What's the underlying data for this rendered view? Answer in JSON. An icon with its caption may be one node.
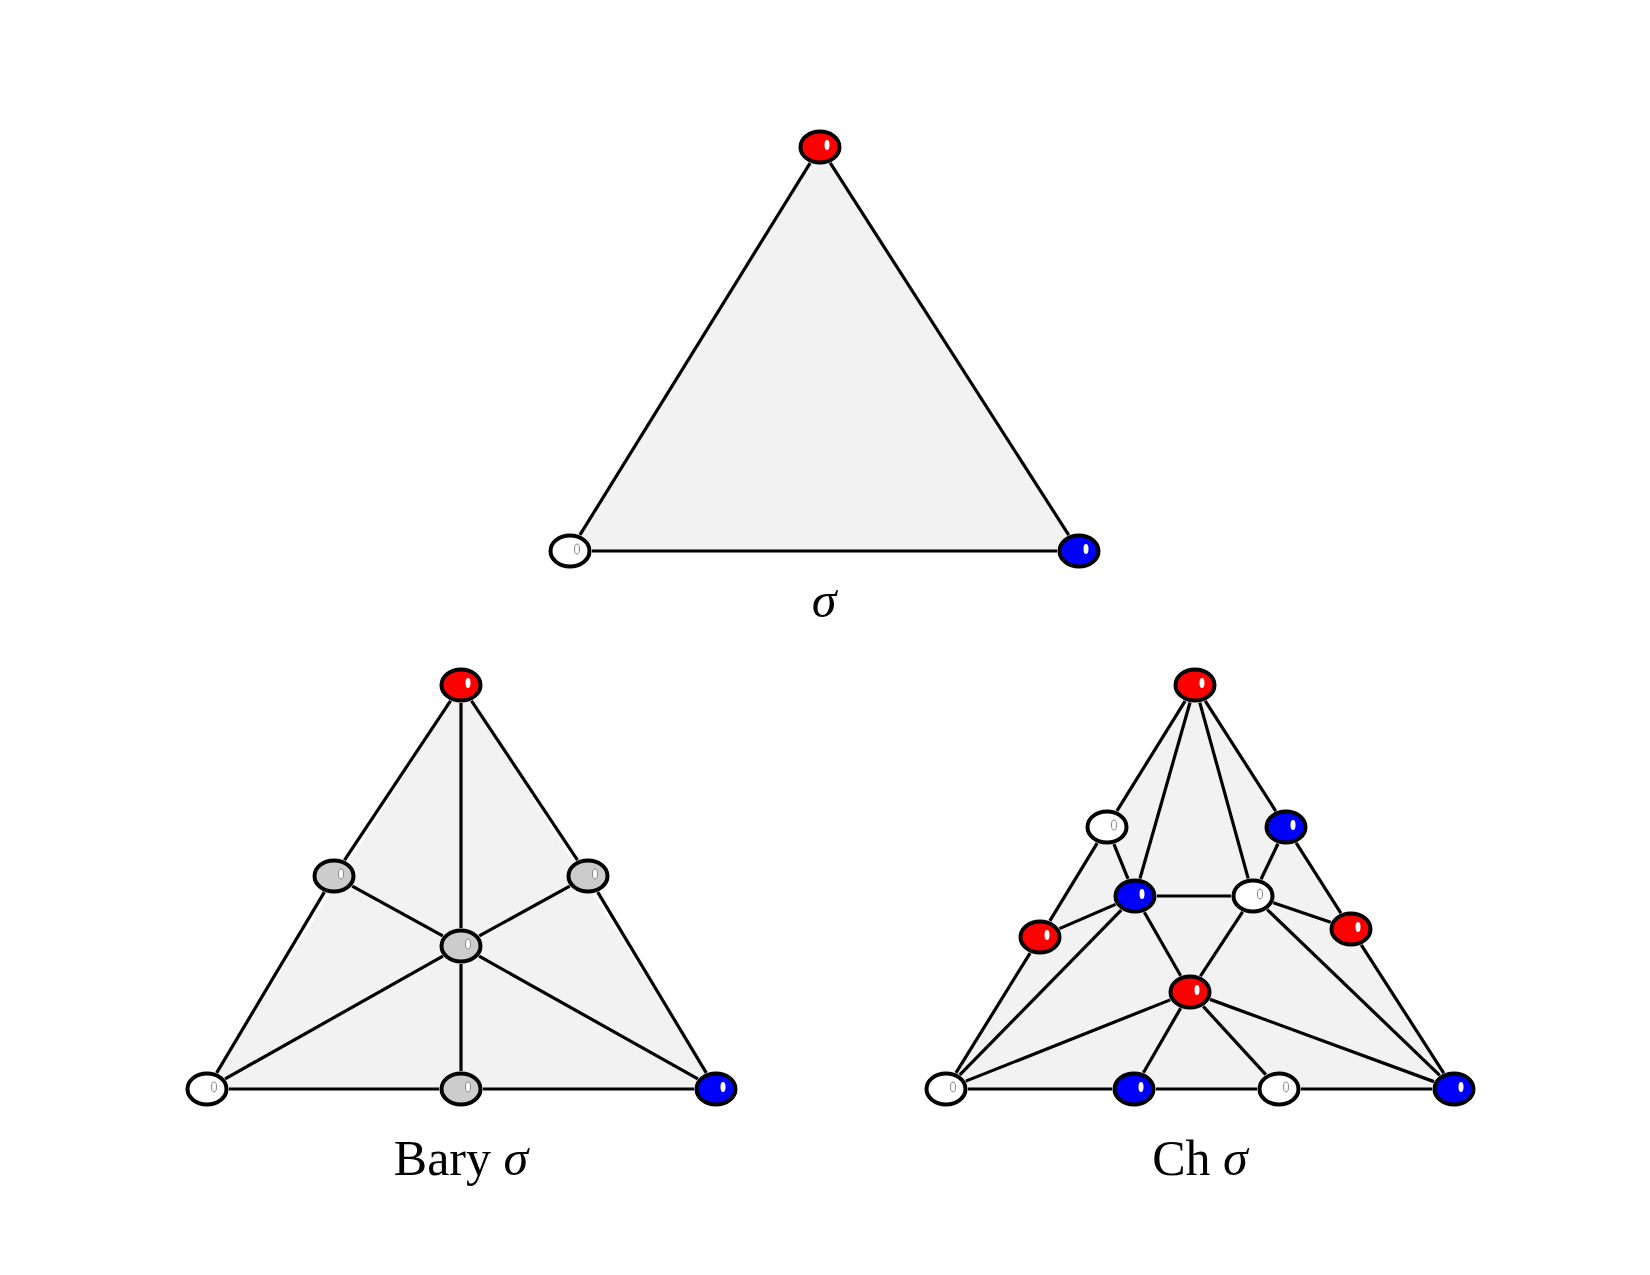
{
  "diagram": {
    "nodes": [
      {
        "text": [],
        "shape": "circle"
      },
      {
        "text": [],
        "shape": "circle"
      },
      {
        "text": [],
        "shape": "circle"
      },
      {
        "text": [],
        "shape": "circle"
      },
      {
        "text": [],
        "shape": "circle"
      },
      {
        "text": [],
        "shape": "circle"
      },
      {
        "text": [],
        "shape": "circle"
      },
      {
        "text": [],
        "shape": "circle"
      },
      {
        "text": [],
        "shape": "circle"
      },
      {
        "text": [],
        "shape": "circle"
      },
      {
        "text": [],
        "shape": "circle"
      },
      {
        "text": [],
        "shape": "circle"
      },
      {
        "text": [],
        "shape": "circle"
      },
      {
        "text": [],
        "shape": "circle"
      },
      {
        "text": [],
        "shape": "circle"
      },
      {
        "text": [],
        "shape": "circle"
      },
      {
        "text": [],
        "shape": "circle"
      },
      {
        "text": [],
        "shape": "circle"
      },
      {
        "text": [],
        "shape": "circle"
      },
      {
        "text": [],
        "shape": "circle"
      },
      {
        "text": [],
        "shape": "circle"
      },
      {
        "text": [],
        "shape": "circle"
      }
    ],
    "edges": [
      {
        "from": 0,
        "to": 1,
        "arrow": "none"
      },
      {
        "from": 0,
        "to": 2,
        "arrow": "none"
      },
      {
        "from": 1,
        "to": 2,
        "arrow": "none"
      },
      {
        "from": 3,
        "to": 4,
        "arrow": "none"
      },
      {
        "from": 4,
        "to": 7,
        "arrow": "none"
      },
      {
        "from": 3,
        "to": 5,
        "arrow": "none"
      },
      {
        "from": 5,
        "to": 9,
        "arrow": "none"
      },
      {
        "from": 7,
        "to": 8,
        "arrow": "none"
      },
      {
        "from": 8,
        "to": 9,
        "arrow": "none"
      },
      {
        "from": 3,
        "to": 6,
        "arrow": "none"
      },
      {
        "from": 6,
        "to": 8,
        "arrow": "none"
      },
      {
        "from": 4,
        "to": 6,
        "arrow": "none"
      },
      {
        "from": 6,
        "to": 9,
        "arrow": "none"
      },
      {
        "from": 5,
        "to": 6,
        "arrow": "none"
      },
      {
        "from": 6,
        "to": 7,
        "arrow": "none"
      },
      {
        "from": 10,
        "to": 11,
        "arrow": "none"
      },
      {
        "from": 11,
        "to": 15,
        "arrow": "none"
      },
      {
        "from": 15,
        "to": 18,
        "arrow": "none"
      },
      {
        "from": 10,
        "to": 12,
        "arrow": "none"
      },
      {
        "from": 12,
        "to": 16,
        "arrow": "none"
      },
      {
        "from": 16,
        "to": 21,
        "arrow": "none"
      },
      {
        "from": 18,
        "to": 19,
        "arrow": "none"
      },
      {
        "from": 19,
        "to": 20,
        "arrow": "none"
      },
      {
        "from": 20,
        "to": 21,
        "arrow": "none"
      },
      {
        "from": 10,
        "to": 13,
        "arrow": "none"
      },
      {
        "from": 10,
        "to": 14,
        "arrow": "none"
      },
      {
        "from": 11,
        "to": 13,
        "arrow": "none"
      },
      {
        "from": 12,
        "to": 14,
        "arrow": "none"
      },
      {
        "from": 13,
        "to": 14,
        "arrow": "none"
      },
      {
        "from": 15,
        "to": 13,
        "arrow": "none"
      },
      {
        "from": 16,
        "to": 14,
        "arrow": "none"
      },
      {
        "from": 13,
        "to": 17,
        "arrow": "none"
      },
      {
        "from": 14,
        "to": 17,
        "arrow": "none"
      },
      {
        "from": 13,
        "to": 18,
        "arrow": "none"
      },
      {
        "from": 14,
        "to": 21,
        "arrow": "none"
      },
      {
        "from": 17,
        "to": 18,
        "arrow": "none"
      },
      {
        "from": 17,
        "to": 21,
        "arrow": "none"
      },
      {
        "from": 17,
        "to": 19,
        "arrow": "none"
      },
      {
        "from": 17,
        "to": 20,
        "arrow": "none"
      }
    ],
    "labels": [
      "*σ*",
      "Bary *σ*",
      "Ch *σ*"
    ]
  }
}
